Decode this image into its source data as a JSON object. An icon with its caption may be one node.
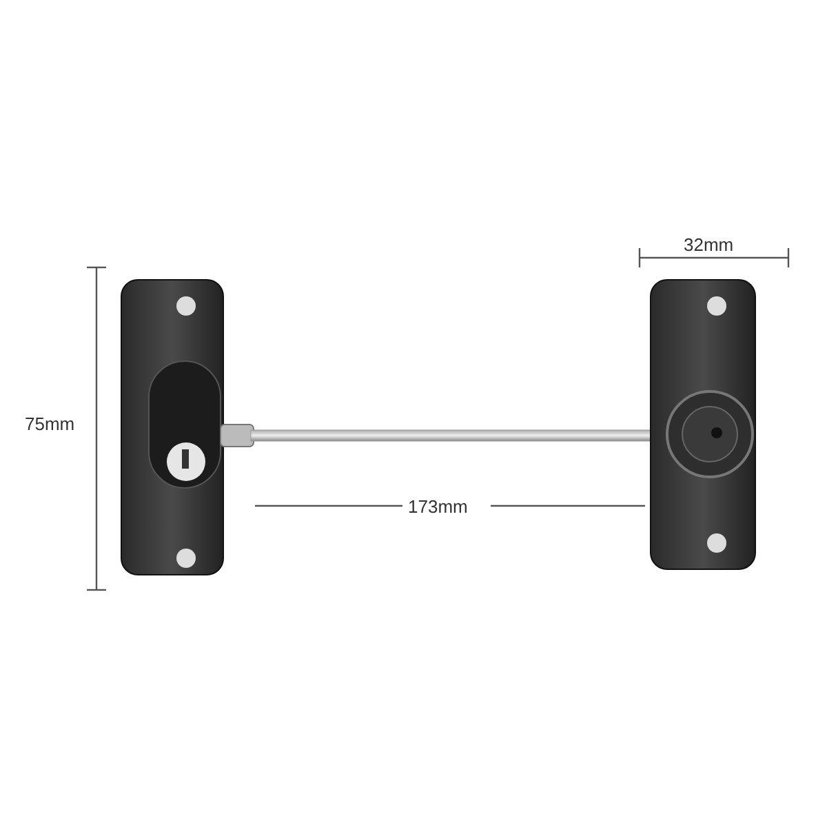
{
  "diagram": {
    "labels": [
      "32mm",
      "75mm",
      "173mm"
    ]
  }
}
